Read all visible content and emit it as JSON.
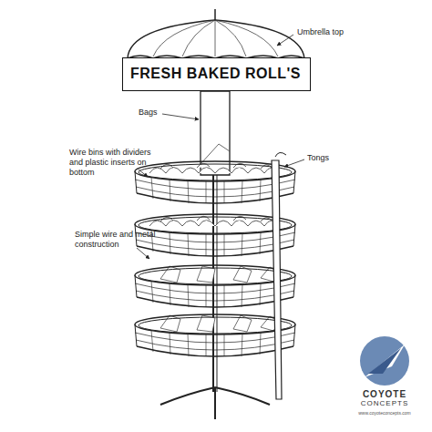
{
  "diagram": {
    "nodes": [
      {
        "text": [
          "FRESH BAKED ROLL'S"
        ]
      }
    ],
    "labels": [
      "Umbrella top",
      "Bags",
      "Wire bins with dividers and plastic inserts on bottom",
      "Tongs",
      "Simple wire and metal construction",
      "COYOTE",
      "CONCEPTS",
      "www.coyoteconcepts.com"
    ]
  }
}
